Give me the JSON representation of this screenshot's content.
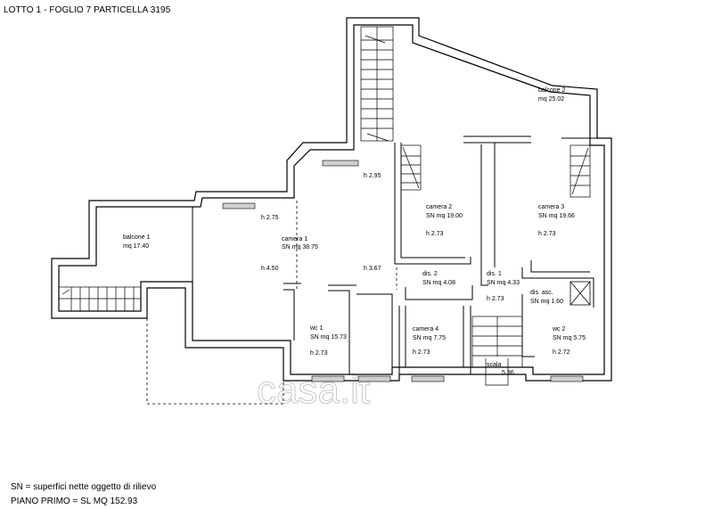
{
  "header": {
    "title": "LOTTO 1 - FOGLIO 7 PARTICELLA 3195"
  },
  "footer": {
    "legend": "SN = superfici nette oggetto di rilievo",
    "summary": "PIANO PRIMO = SL MQ 152.93"
  },
  "watermark": "casa.it",
  "rooms": {
    "balcone2": {
      "name": "balcone 2",
      "area": "mq 25.02"
    },
    "balcone1": {
      "name": "balcone 1",
      "area": "mq 17.40"
    },
    "camera1": {
      "name": "camera 1",
      "area": "SN mq 38.75",
      "h1": "h 2.75",
      "h2": "h 4.50",
      "h3": "h 3.67",
      "h4": "h 2.95"
    },
    "camera2": {
      "name": "camera 2",
      "area": "SN mq 19.00",
      "h": "h 2.73"
    },
    "camera3": {
      "name": "camera 3",
      "area": "SN mq 19.66",
      "h": "h 2.73"
    },
    "dis2": {
      "name": "dis. 2",
      "area": "SN mq 4.08"
    },
    "dis1": {
      "name": "dis. 1",
      "area": "SN mq 4.33",
      "h": "h 2.73"
    },
    "disasc": {
      "name": "dis. asc.",
      "area": "SN mq 1.60"
    },
    "wc1": {
      "name": "wc 1",
      "area": "SN mq 15.73",
      "h": "h 2.73"
    },
    "camera4": {
      "name": "camera 4",
      "area": "SN mq 7.75",
      "h": "h 2.73"
    },
    "wc2": {
      "name": "wc 2",
      "area": "SN mq 5.75",
      "h": "h 2.72"
    },
    "scala": {
      "name": "scala",
      "area": "5.36"
    }
  }
}
